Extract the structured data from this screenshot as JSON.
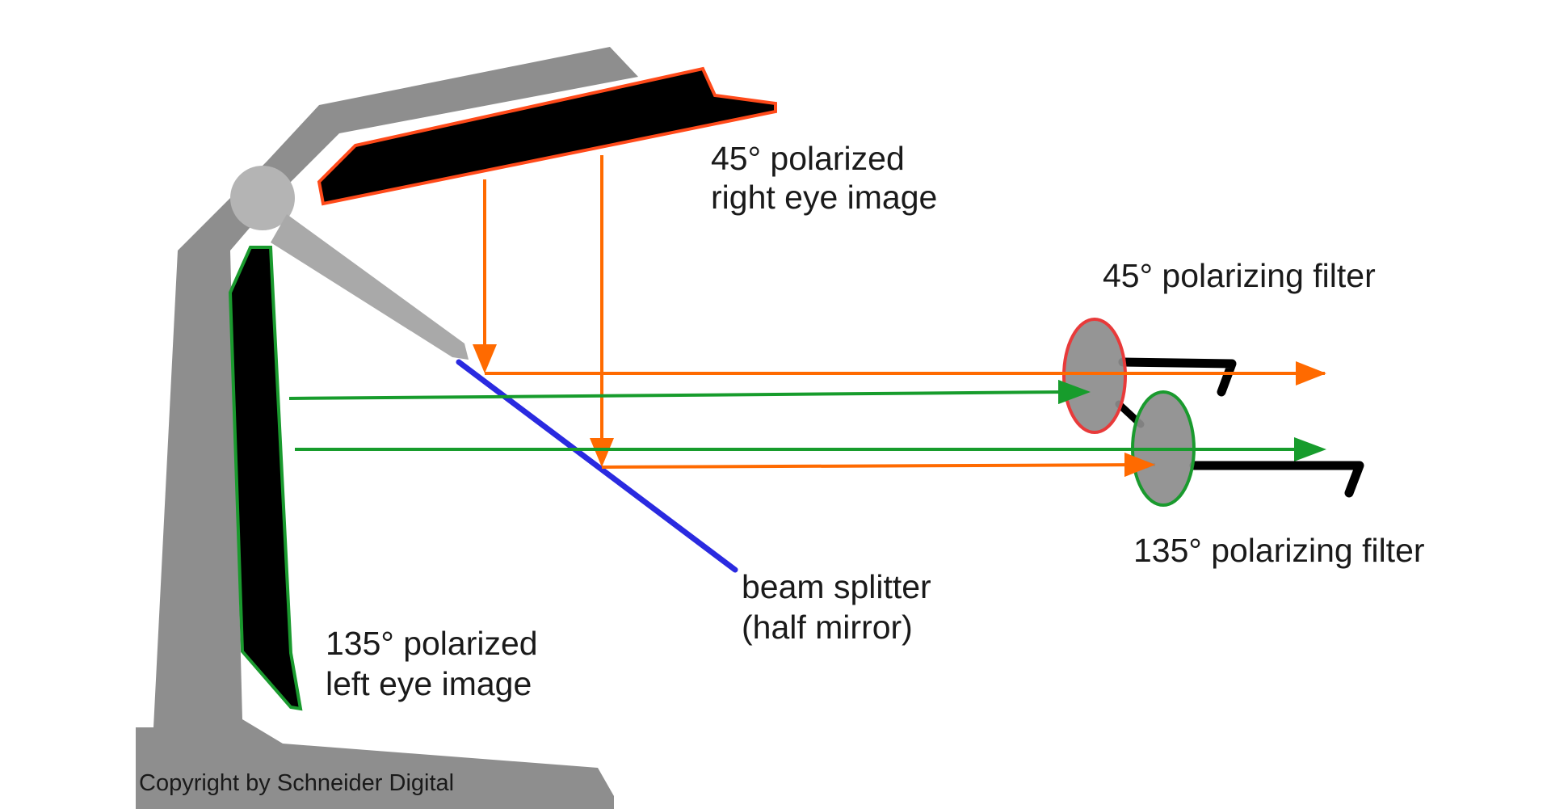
{
  "labels": {
    "right_eye": {
      "line1": "45° polarized",
      "line2": "right eye image"
    },
    "left_eye": {
      "line1": "135° polarized",
      "line2": "left eye image"
    },
    "filter_45": "45° polarizing filter",
    "filter_135": "135° polarizing filter",
    "beam_splitter": {
      "line1": "beam splitter",
      "line2": "(half mirror)"
    },
    "copyright": "Copyright by Schneider Digital"
  },
  "colors": {
    "stand": "#8e8e8e",
    "hinge": "#b4b4b4",
    "screen_fill": "#000000",
    "right_eye_accent": "#ff4a1a",
    "left_eye_accent": "#1a9a2e",
    "orange_ray": "#ff6a00",
    "green_ray": "#179c2c",
    "beam_splitter": "#2a2ae0",
    "filter_fill": "#8c8c8c",
    "filter_45_border": "#e83a3a",
    "filter_135_border": "#1a9a2e",
    "temple": "#000000"
  },
  "icons": {
    "monitor_stand": "stand-icon",
    "hinge": "hinge-joint-icon",
    "glasses": "polarized-glasses-icon"
  }
}
